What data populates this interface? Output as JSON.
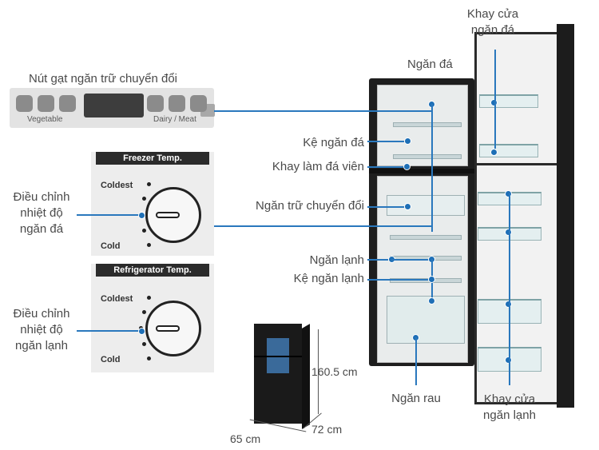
{
  "labels": {
    "khay_cua_ngan_da": "Khay cửa\nngăn đá",
    "ngan_da": "Ngăn đá",
    "nut_gat": "Nút gạt ngăn trữ chuyển đổi",
    "ke_ngan_da": "Kệ ngăn đá",
    "khay_lam_da": "Khay làm đá viên",
    "dieu_chinh_ngan_da": "Điều chỉnh\nnhiệt độ\nngăn đá",
    "ngan_tru": "Ngăn trữ chuyển đổi",
    "ngan_lanh": "Ngăn lạnh",
    "ke_ngan_lanh": "Kệ ngăn lạnh",
    "dieu_chinh_ngan_lanh": "Điều chỉnh\nnhiệt độ\nngăn lạnh",
    "ngan_rau": "Ngăn rau",
    "khay_cua_ngan_lanh": "Khay cửa\nngăn lạnh"
  },
  "switch_panel": {
    "left_label": "Vegetable",
    "right_label": "Dairy / Meat"
  },
  "freezer_panel": {
    "title": "Freezer Temp.",
    "top": "Coldest",
    "bottom": "Cold"
  },
  "fridge_panel": {
    "title": "Refrigerator Temp.",
    "top": "Coldest",
    "bottom": "Cold"
  },
  "dimensions": {
    "height": "160.5 cm",
    "width": "65 cm",
    "depth": "72 cm"
  },
  "colors": {
    "accent": "#2a78bd",
    "body": "#1e1e1e"
  }
}
